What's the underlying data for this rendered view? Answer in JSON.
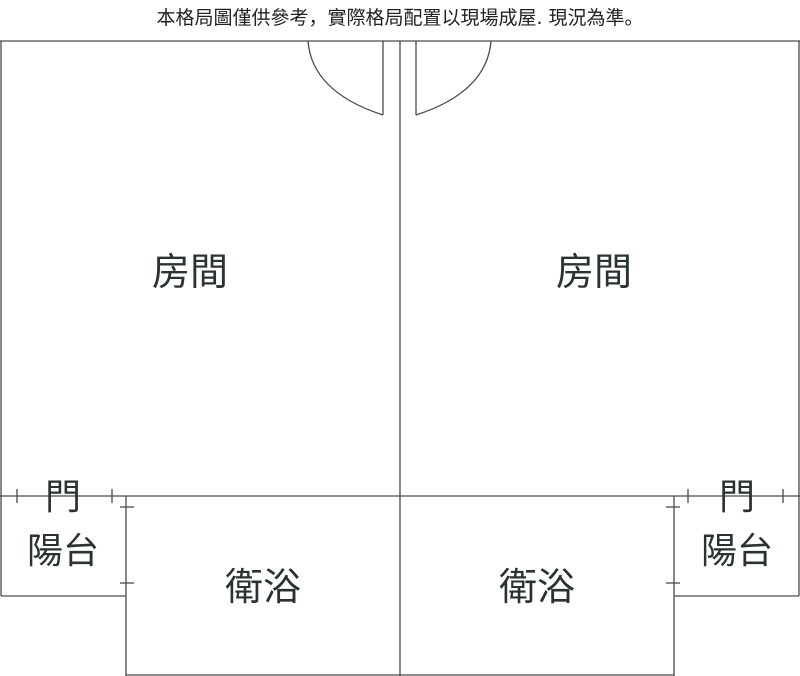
{
  "disclaimer": "本格局圖僅供參考，實際格局配置以現場成屋. 現況為準。",
  "rooms": {
    "left_room": "房間",
    "right_room": "房間",
    "left_bath": "衛浴",
    "right_bath": "衛浴",
    "left_balcony": "陽台",
    "right_balcony": "陽台",
    "left_door": "門",
    "right_door": "門"
  },
  "colors": {
    "wall": "#4a4a4a",
    "text": "#2a3232"
  }
}
